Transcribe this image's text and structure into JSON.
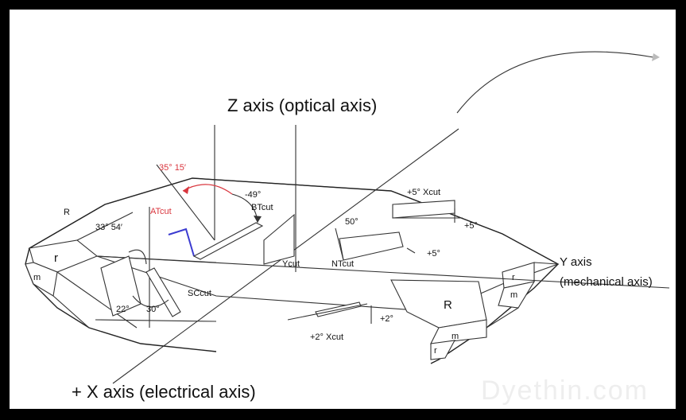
{
  "labels": {
    "z_axis": "Z axis (optical axis)",
    "x_axis": "+ X axis (electrical axis)",
    "y_axis": "Y axis",
    "y_axis_sub": "(mechanical axis)",
    "angle_35_15": "35° 15′",
    "atcut": "ATcut",
    "minus49": "-49°",
    "btcut": "BTcut",
    "angle_33_54": "33° 54′",
    "sccut": "SCcut",
    "angle_22": "22°",
    "angle_30": "30°",
    "ycut": "Ycut",
    "ntcut": "NTcut",
    "angle_50": "50°",
    "plus5_xcut": "+5° Xcut",
    "plus5_a": "+5°",
    "plus5_b": "+5°",
    "plus2": "+2°",
    "plus2_xcut": "+2° Xcut",
    "R_left": "R",
    "r_left": "r",
    "m_left": "m",
    "R_right": "R",
    "r_right": "r",
    "m_right": "m",
    "m_bottom": "m",
    "r_bottom": "r"
  },
  "watermark": "Dyethin.com",
  "colors": {
    "accent_red": "#d9363e",
    "atcut_plane": "#3b3bd0",
    "background": "#ffffff",
    "border": "#000000"
  }
}
